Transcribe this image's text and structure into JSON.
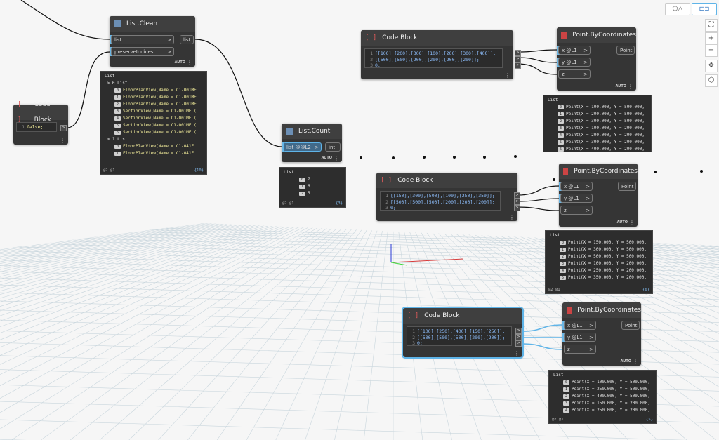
{
  "toolbar": {
    "view_3d_icon": "geometry-view-icon",
    "view_graph_icon": "graph-view-icon"
  },
  "nav": {
    "fit": "⛶",
    "zoom_in": "+",
    "zoom_out": "−",
    "pan": "✥",
    "orbit": "⬡"
  },
  "nodes": {
    "list_clean": {
      "title": "List.Clean",
      "in1": "list",
      "in2": "preserveIndices",
      "out": "list",
      "lacing": "AUTO"
    },
    "cb_false": {
      "title": "Code Block",
      "code_line": "false;",
      "line_no": "1"
    },
    "list_count": {
      "title": "List.Count",
      "in1": "list",
      "in1_level": "@@L2",
      "out": "int",
      "lacing": "AUTO"
    },
    "cb1": {
      "title": "Code Block",
      "lines": [
        "[[100],[200],[300],[100],[200],[300],[400]];",
        "[[500],[500],[200],[200],[200],[200]];",
        "0;"
      ]
    },
    "cb2": {
      "title": "Code Block",
      "lines": [
        "[[150],[300],[500],[100],[250],[350]];",
        "[[500],[500],[500],[200],[200],[200]];",
        "0;"
      ]
    },
    "cb3": {
      "title": "Code Block",
      "lines": [
        "[[100],[250],[400],[150],[250]];",
        "[[500],[500],[500],[200],[200]];",
        "0;"
      ]
    },
    "pbc1": {
      "title": "Point.ByCoordinates",
      "x": "x",
      "y": "y",
      "z": "z",
      "level": "@L1",
      "out": "Point",
      "lacing": "AUTO"
    },
    "pbc2": {
      "title": "Point.ByCoordinates",
      "x": "x",
      "y": "y",
      "z": "z",
      "level": "@L1",
      "out": "Point",
      "lacing": "AUTO"
    },
    "pbc3": {
      "title": "Point.ByCoordinates",
      "x": "x",
      "y": "y",
      "z": "z",
      "level": "@L1",
      "out": "Point",
      "lacing": "AUTO"
    }
  },
  "watches": {
    "clean": {
      "header": "List",
      "sub1": "0 List",
      "rows": [
        "FloorPlanView(Name = C1-001ME",
        "FloorPlanView(Name = C1-001ME",
        "FloorPlanView(Name = C1-001ME",
        "SectionView(Name = C1-001ME (",
        "SectionView(Name = C1-001ME (",
        "SectionView(Name = C1-001ME (",
        "SectionView(Name = C1-001ME ("
      ],
      "sub2": "1 List",
      "rows2": [
        "FloorPlanView(Name = C1-041E",
        "FloorPlanView(Name = C1-041E"
      ],
      "idx": [
        "0",
        "1",
        "2",
        "3",
        "4",
        "5",
        "6"
      ],
      "idx2": [
        "0",
        "1"
      ],
      "foot": "@2 @1",
      "count": "{10}"
    },
    "count": {
      "header": "List",
      "vals": [
        "7",
        "6",
        "5"
      ],
      "idx": [
        "0",
        "1",
        "2"
      ],
      "foot": "@2 @1",
      "count": "{3}"
    },
    "p1": {
      "header": "List",
      "rows": [
        "Point(X = 100.000, Y = 500.000,",
        "Point(X = 200.000, Y = 500.000,",
        "Point(X = 300.000, Y = 500.000,",
        "Point(X = 100.000, Y = 200.000,",
        "Point(X = 200.000, Y = 200.000,",
        "Point(X = 300.000, Y = 200.000,",
        "Point(X = 400.000, Y = 200.000,"
      ],
      "idx": [
        "0",
        "1",
        "2",
        "3",
        "4",
        "5",
        "6"
      ]
    },
    "p2": {
      "header": "List",
      "rows": [
        "Point(X = 150.000, Y = 500.000,",
        "Point(X = 300.000, Y = 500.000,",
        "Point(X = 500.000, Y = 500.000,",
        "Point(X = 100.000, Y = 200.000,",
        "Point(X = 250.000, Y = 200.000,",
        "Point(X = 350.000, Y = 200.000,"
      ],
      "idx": [
        "0",
        "1",
        "2",
        "3",
        "4",
        "5"
      ],
      "foot": "@2 @1",
      "count": "{6}"
    },
    "p3": {
      "header": "List",
      "rows": [
        "Point(X = 100.000, Y = 500.000,",
        "Point(X = 250.000, Y = 500.000,",
        "Point(X = 400.000, Y = 500.000,",
        "Point(X = 150.000, Y = 200.000,",
        "Point(X = 250.000, Y = 200.000,"
      ],
      "idx": [
        "0",
        "1",
        "2",
        "3",
        "4"
      ],
      "foot": "@2 @1",
      "count": "{5}"
    }
  },
  "colors": {
    "selection": "#5fb4e8",
    "wire": "#111111",
    "wire_selected": "#5fb4e8",
    "canvas": "#f6f6f6"
  }
}
